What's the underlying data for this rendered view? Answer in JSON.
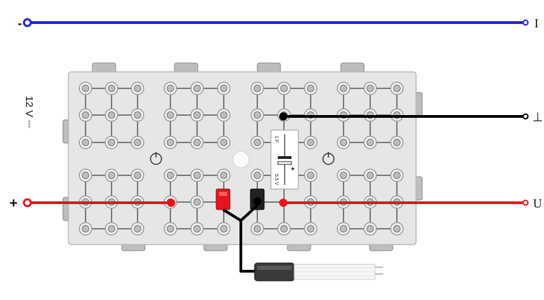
{
  "terminals": {
    "minus": "-",
    "plus": "+",
    "current": "I",
    "ground": "⊥",
    "voltage": "U"
  },
  "supply_label": "12 V ⎓",
  "capacitor": {
    "capacitance": "1 F",
    "voltage_rating": "5.5 V",
    "polarity": "+"
  },
  "colors": {
    "wire_blue": "#1f22d6",
    "wire_red": "#e8141b",
    "wire_black": "#000000",
    "board": "#e6e6e6",
    "board_edge": "#b8b8b8",
    "socket": "#9a9a9a"
  }
}
